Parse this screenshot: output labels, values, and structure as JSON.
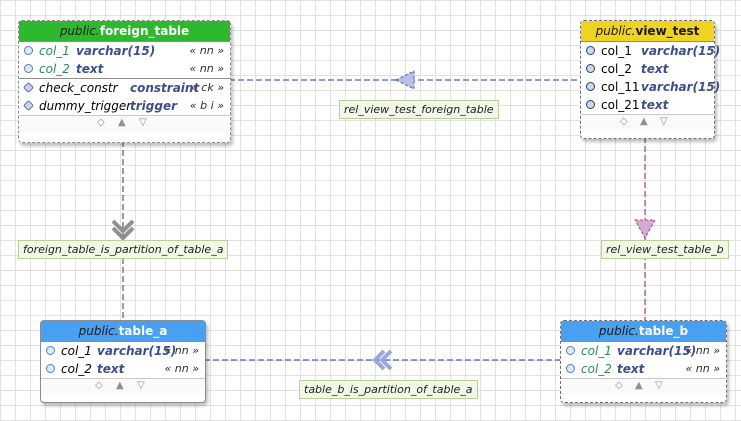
{
  "colors": {
    "green_header": "#2db82d",
    "yellow_header": "#f0d320",
    "blue_header": "#4aa0f0",
    "link_blue": "#4a5fc7",
    "link_purple": "#a04a8f",
    "link_gray": "#6b6b6b"
  },
  "tables": {
    "foreign_table": {
      "schema": "public.",
      "name": "foreign_table",
      "columns": [
        {
          "name": "col_1",
          "type": "varchar(15)",
          "attr": "« nn »"
        },
        {
          "name": "col_2",
          "type": "text",
          "attr": "« nn »"
        }
      ],
      "extras": [
        {
          "name": "check_constr",
          "type": "constraint",
          "attr": "« ck »"
        },
        {
          "name": "dummy_trigger",
          "type": "trigger",
          "attr": "« b i »"
        }
      ]
    },
    "view_test": {
      "schema": "public.",
      "name": "view_test",
      "columns": [
        {
          "name": "col_1",
          "type": "varchar(15)"
        },
        {
          "name": "col_2",
          "type": "text"
        },
        {
          "name": "col_11",
          "type": "varchar(15)"
        },
        {
          "name": "col_21",
          "type": "text"
        }
      ]
    },
    "table_a": {
      "schema": "public.",
      "name": "table_a",
      "columns": [
        {
          "name": "col_1",
          "type": "varchar(15)",
          "attr": "« nn »"
        },
        {
          "name": "col_2",
          "type": "text",
          "attr": "« nn »"
        }
      ]
    },
    "table_b": {
      "schema": "public.",
      "name": "table_b",
      "columns": [
        {
          "name": "col_1",
          "type": "varchar(15)",
          "attr": "« nn »"
        },
        {
          "name": "col_2",
          "type": "text",
          "attr": "« nn »"
        }
      ]
    }
  },
  "relationships": {
    "rel_view_test_foreign_table": "rel_view_test_foreign_table",
    "foreign_table_is_partition_of_table_a": "foreign_table_is_partition_of_table_a",
    "rel_view_test_table_b": "rel_view_test_table_b",
    "table_b_is_partition_of_table_a": "table_b_is_partition_of_table_a"
  },
  "footer_icons": [
    "diamond-icon",
    "triangle-up-icon",
    "triangle-down-icon"
  ]
}
